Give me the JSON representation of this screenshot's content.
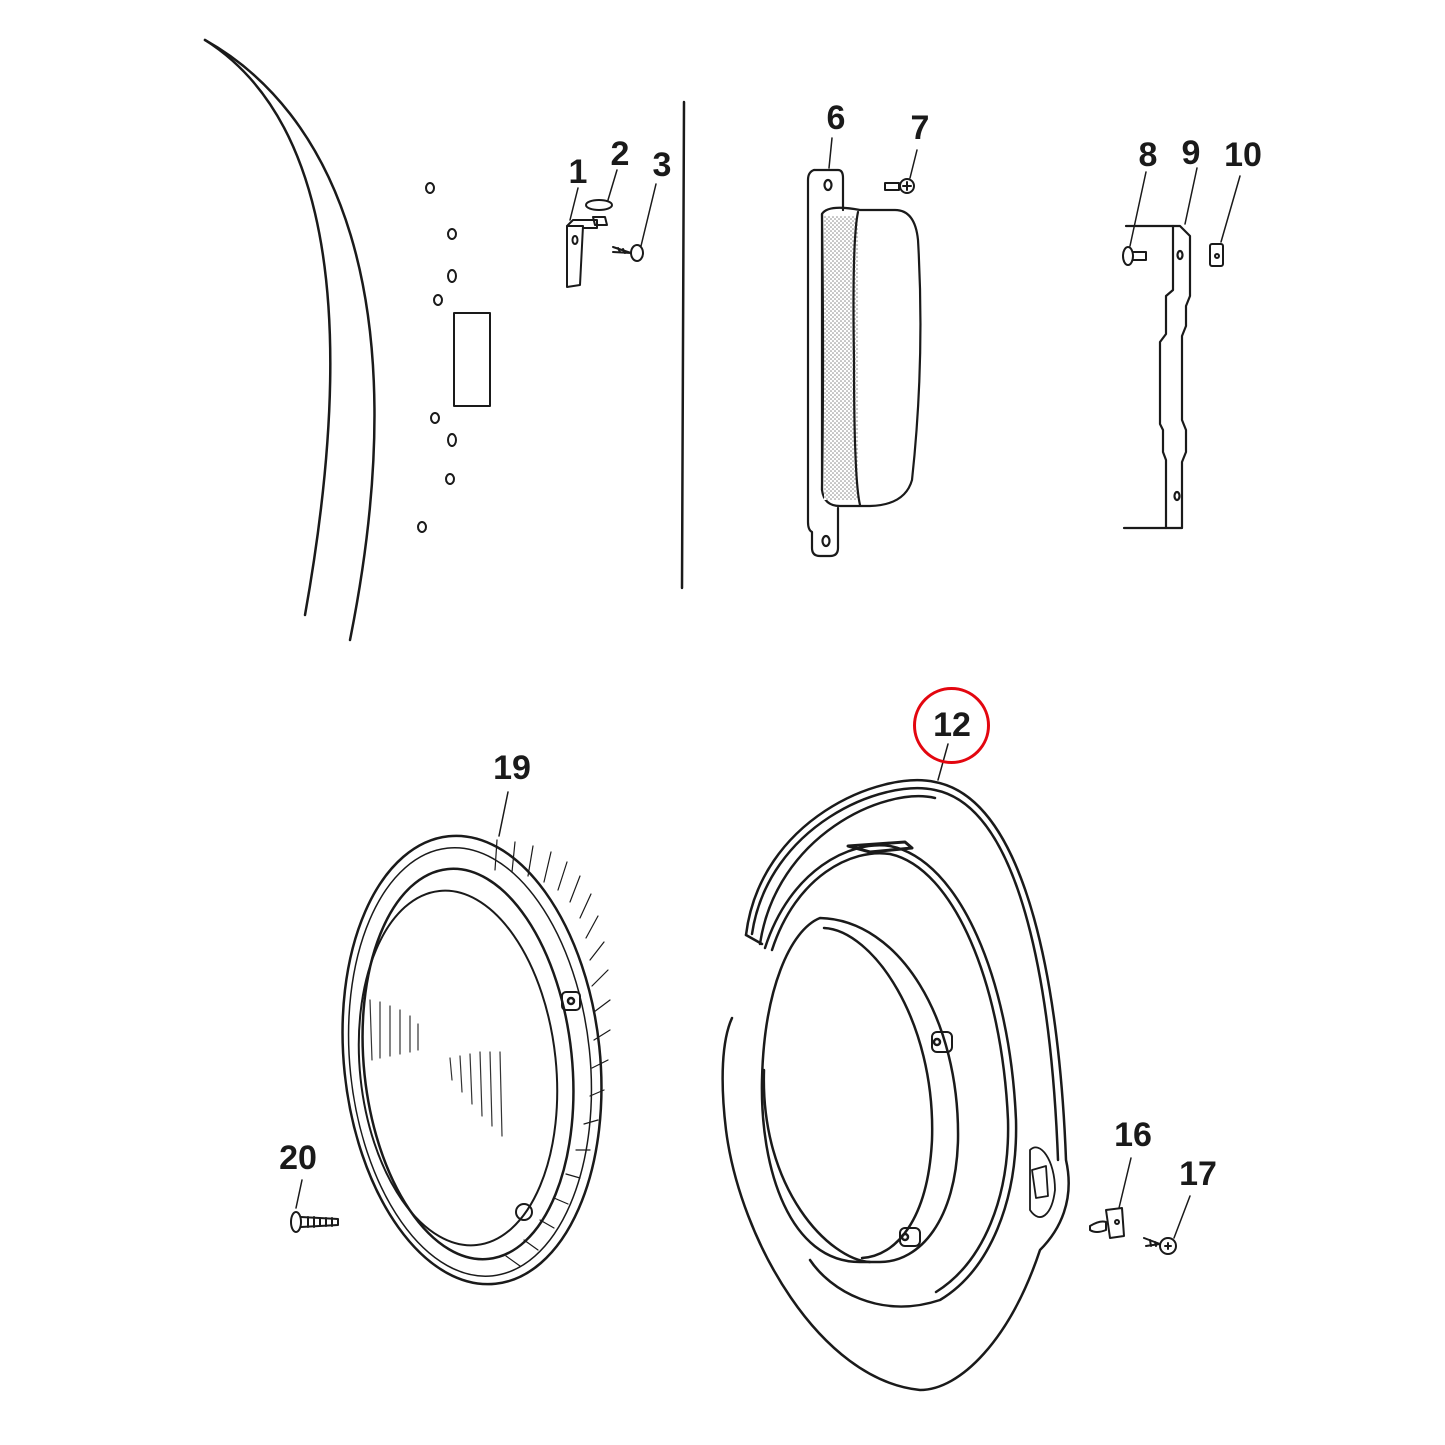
{
  "diagram": {
    "type": "exploded-parts-diagram",
    "subject": "washing machine door assembly",
    "highlight_color": "#e3060f",
    "line_color": "#1a1a1a",
    "highlighted_part": "12",
    "parts": [
      {
        "id": "1",
        "label": "1",
        "description": "hinge bracket"
      },
      {
        "id": "2",
        "label": "2",
        "description": "washer"
      },
      {
        "id": "3",
        "label": "3",
        "description": "screw"
      },
      {
        "id": "6",
        "label": "6",
        "description": "door handle"
      },
      {
        "id": "7",
        "label": "7",
        "description": "screw"
      },
      {
        "id": "8",
        "label": "8",
        "description": "screw"
      },
      {
        "id": "9",
        "label": "9",
        "description": "hinge plate"
      },
      {
        "id": "10",
        "label": "10",
        "description": "nut"
      },
      {
        "id": "12",
        "label": "12",
        "description": "door frame (highlighted)"
      },
      {
        "id": "16",
        "label": "16",
        "description": "clip"
      },
      {
        "id": "17",
        "label": "17",
        "description": "screw"
      },
      {
        "id": "19",
        "label": "19",
        "description": "door glass / inner ring"
      },
      {
        "id": "20",
        "label": "20",
        "description": "screw"
      }
    ]
  }
}
